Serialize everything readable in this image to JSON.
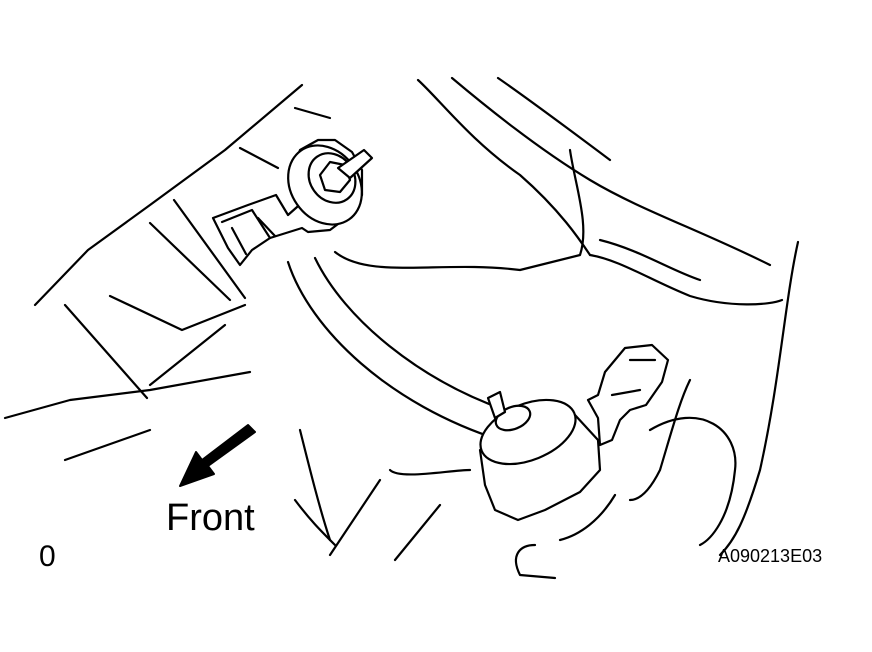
{
  "labels": {
    "front": "Front",
    "corner": "0",
    "figure_id": "A090213E03"
  },
  "icons": {
    "direction_arrow": "arrow-down-left-icon"
  },
  "colors": {
    "line": "#000000",
    "background": "#ffffff"
  }
}
